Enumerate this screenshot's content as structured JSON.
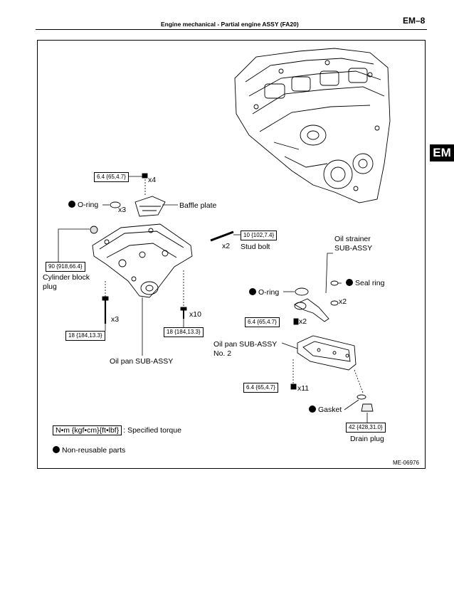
{
  "header": {
    "title": "Engine mechanical  -  Partial engine ASSY (FA20)",
    "page": "EM–8"
  },
  "tab": {
    "label": "EM"
  },
  "labels": {
    "torque_baffle_bolts": "6.4 {65,4.7}",
    "qty_baffle_bolts": "x4",
    "o_ring_top": "O-ring",
    "qty_o_ring_top": "x3",
    "baffle_plate": "Baffle plate",
    "torque_stud_bolt": "10 {102,7.4}",
    "qty_stud_bolt": "x2",
    "stud_bolt": "Stud bolt",
    "torque_plug": "90 {918,66.4}",
    "cylinder_block_plug_1": "Cylinder block",
    "cylinder_block_plug_2": "plug",
    "oil_strainer_1": "Oil strainer",
    "oil_strainer_2": "SUB-ASSY",
    "seal_ring": "Seal ring",
    "qty_seal_ring": "x2",
    "o_ring_mid": "O-ring",
    "torque_strainer_bolts": "6.4 {65,4.7}",
    "qty_strainer_bolts": "x2",
    "qty_left_bolts": "x3",
    "torque_left_bolts": "18 {184,13.3}",
    "qty_right_bolts": "x10",
    "torque_right_bolts": "18 {184,13.3}",
    "oil_pan_2_1": "Oil pan SUB-ASSY",
    "oil_pan_2_2": "No. 2",
    "oil_pan_sub_assy": "Oil pan SUB-ASSY",
    "torque_pan2_bolts": "6.4 {65,4.7}",
    "qty_pan2_bolts": "x11",
    "gasket": "Gasket",
    "torque_drain_plug": "42 {428,31.0}",
    "drain_plug": "Drain plug"
  },
  "legend": {
    "torque_units": "N•m {kgf•cm}{ft•lbf}",
    "torque_text": ": Specified torque",
    "non_reusable": "Non-reusable parts"
  },
  "figure_id": "ME-06976"
}
